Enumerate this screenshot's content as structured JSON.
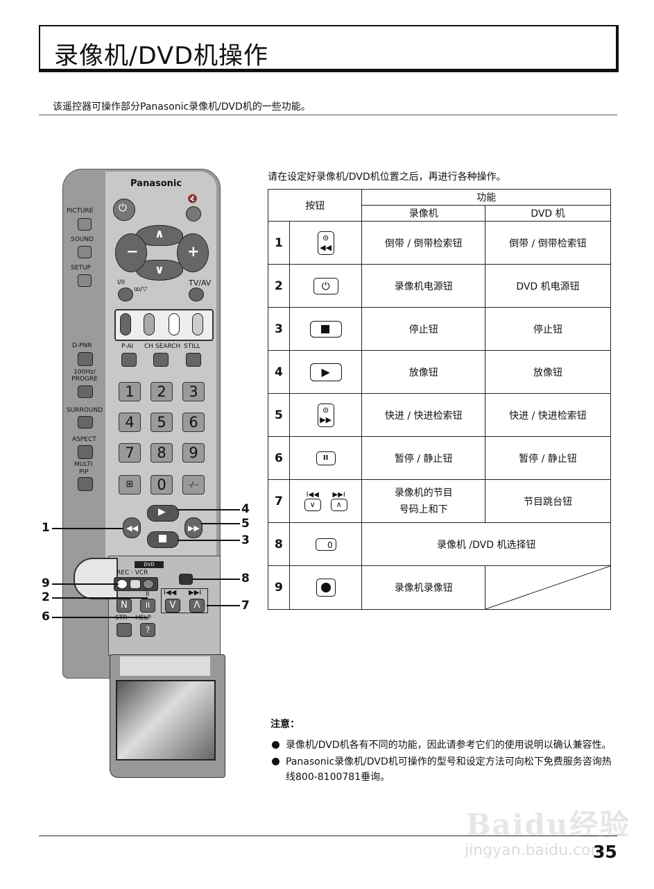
{
  "title": "录像机/DVD机操作",
  "intro": "该遥控器可操作部分Panasonic录像机/DVD机的一些功能。",
  "instruction": "请在设定好录像机/DVD机位置之后，再进行各种操作。",
  "table": {
    "h_button": "按钮",
    "h_function": "功能",
    "h_vcr": "录像机",
    "h_dvd": "DVD 机",
    "rows": [
      {
        "num": "1",
        "vcr": "倒带 / 倒带检索钮",
        "dvd": "倒带 / 倒带检索钮"
      },
      {
        "num": "2",
        "vcr": "录像机电源钮",
        "dvd": "DVD 机电源钮"
      },
      {
        "num": "3",
        "vcr": "停止钮",
        "dvd": "停止钮"
      },
      {
        "num": "4",
        "vcr": "放像钮",
        "dvd": "放像钮"
      },
      {
        "num": "5",
        "vcr": "快进 / 快进检索钮",
        "dvd": "快进 / 快进检索钮"
      },
      {
        "num": "6",
        "vcr": "暂停 / 静止钮",
        "dvd": "暂停 / 静止钮"
      },
      {
        "num": "7",
        "vcr_line1": "录像机的节目",
        "vcr_line2": "号码上和下",
        "dvd": "节目跳台钮"
      },
      {
        "num": "8",
        "both": "录像机 /DVD 机选择钮"
      },
      {
        "num": "9",
        "vcr": "录像机录像钮"
      }
    ],
    "key8_label": "0",
    "key6_label": "II"
  },
  "notes": {
    "title": "注意：",
    "items": [
      "录像机/DVD机各有不同的功能，因此请参考它们的使用说明以确认兼容性。",
      "Panasonic录像机/DVD机可操作的型号和设定方法可向松下免费服务咨询热线800-8100781垂询。"
    ]
  },
  "page_number": "35",
  "watermark": {
    "line1": "Baidu经验",
    "line2": "jingyan.baidu.com"
  },
  "remote": {
    "brand": "Panasonic",
    "picture": "PICTURE",
    "sound": "SOUND",
    "setup": "SETUP",
    "dpnr": "D-PNR",
    "hz": "100Hz/ PROGRE",
    "surround": "SURROUND",
    "aspect": "ASPECT",
    "multi": "MULTI",
    "pip": "PIP",
    "pai": "P-AI",
    "chsearch": "CH SEARCH",
    "still": "STILL",
    "tvav": "TV/AV",
    "i_ii": "I/II",
    "stereo": "ꝏ/▽",
    "plus": "+",
    "minus": "−",
    "up": "∧",
    "down": "∨",
    "digits": [
      "1",
      "2",
      "3",
      "4",
      "5",
      "6",
      "7",
      "8",
      "9"
    ],
    "zero": "0",
    "dash": "-/--",
    "dvd": "DVD",
    "rec_vcr": "REC · VCR",
    "n": "N",
    "pause": "II",
    "v": "V",
    "a": "Λ",
    "str": "STR",
    "help": "HELP",
    "q": "?",
    "callouts": [
      "1",
      "2",
      "3",
      "4",
      "5",
      "6",
      "7",
      "8",
      "9"
    ]
  }
}
